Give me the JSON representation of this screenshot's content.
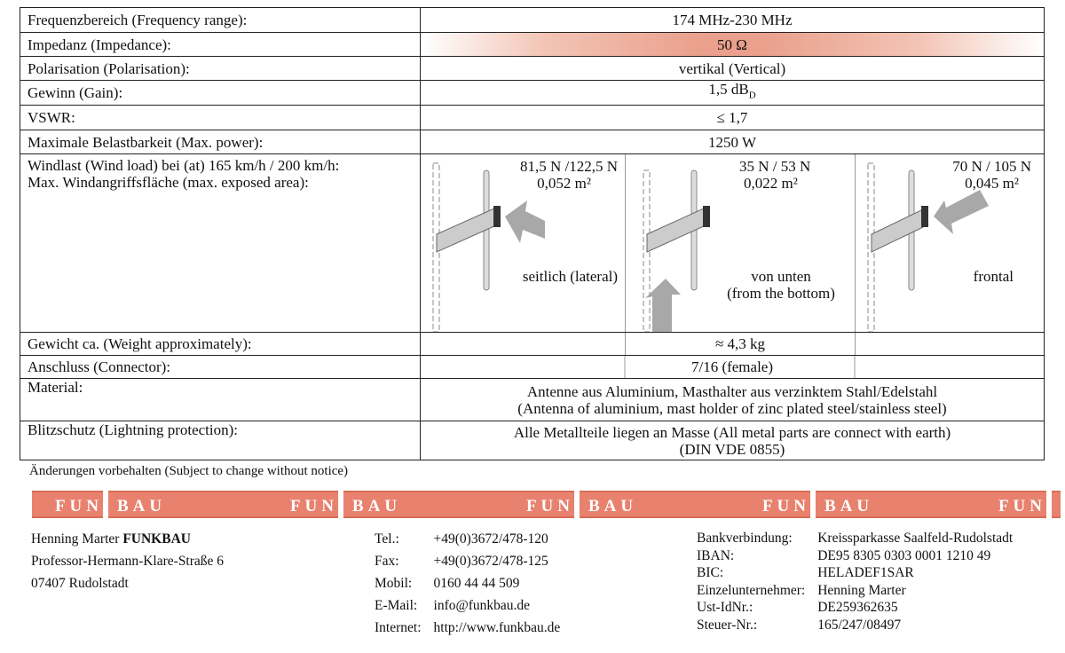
{
  "specs": [
    {
      "label": "Frequenzbereich (Frequency range):",
      "value": "174 MHz-230 MHz"
    },
    {
      "label": "Impedanz (Impedance):",
      "value": "50 Ω"
    },
    {
      "label": "Polarisation (Polarisation):",
      "value": "vertikal (Vertical)"
    },
    {
      "label": "Gewinn (Gain):",
      "value": "1,5 dB",
      "sub": "D"
    },
    {
      "label": "VSWR:",
      "value": "≤ 1,7"
    },
    {
      "label": "Maximale Belastbarkeit (Max. power):",
      "value": "1250 W"
    }
  ],
  "wind": {
    "label1": "Windlast (Wind load) bei (at) 165 km/h / 200 km/h:",
    "label2": "Max. Windangriffsfläche (max. exposed area):",
    "cases": [
      {
        "load": "81,5 N /122,5 N",
        "area": "0,052 m²",
        "dir1": "seitlich (lateral)",
        "dir2": ""
      },
      {
        "load": "35 N / 53 N",
        "area": "0,022 m²",
        "dir1": "von unten",
        "dir2": "(from the bottom)"
      },
      {
        "load": "70 N / 105 N",
        "area": "0,045 m²",
        "dir1": "frontal",
        "dir2": ""
      }
    ]
  },
  "weight": {
    "label": "Gewicht ca. (Weight approximately):",
    "value": "≈ 4,3 kg"
  },
  "connector": {
    "label": "Anschluss (Connector):",
    "value": "7/16 (female)"
  },
  "material": {
    "label": "Material:",
    "value1": "Antenne aus Aluminium, Masthalter aus verzinktem Stahl/Edelstahl",
    "value2": "(Antenna of aluminium, mast holder of zinc plated steel/stainless steel)"
  },
  "lightning": {
    "label": "Blitzschutz (Lightning protection):",
    "value1": "Alle Metallteile liegen an Masse (All metal parts are connect with earth)",
    "value2": "(DIN VDE 0855)"
  },
  "note": "Änderungen vorbehalten (Subject to change without notice)",
  "banner": {
    "fun": "FUN",
    "bau": "BAU",
    "color": "#e8826f"
  },
  "address": {
    "name": "Henning Marter ",
    "brand": "FUNKBAU",
    "street": "Professor-Hermann-Klare-Straße 6",
    "city": "07407 Rudolstadt"
  },
  "contact": [
    {
      "k": "Tel.:",
      "v": "+49(0)3672/478-120"
    },
    {
      "k": "Fax:",
      "v": "+49(0)3672/478-125"
    },
    {
      "k": "Mobil:",
      "v": "0160 44 44 509"
    },
    {
      "k": "E-Mail:",
      "v": "info@funkbau.de"
    },
    {
      "k": "Internet:",
      "v": "http://www.funkbau.de"
    }
  ],
  "bank": [
    {
      "k": "Bankverbindung:",
      "v": "Kreissparkasse Saalfeld-Rudolstadt"
    },
    {
      "k": "IBAN:",
      "v": "DE95 8305 0303 0001 1210 49"
    },
    {
      "k": "BIC:",
      "v": "HELADEF1SAR"
    },
    {
      "k": "Einzelunternehmer:",
      "v": "Henning Marter"
    },
    {
      "k": "Ust-IdNr.:",
      "v": "DE259362635"
    },
    {
      "k": "Steuer-Nr.:",
      "v": "165/247/08497"
    }
  ]
}
